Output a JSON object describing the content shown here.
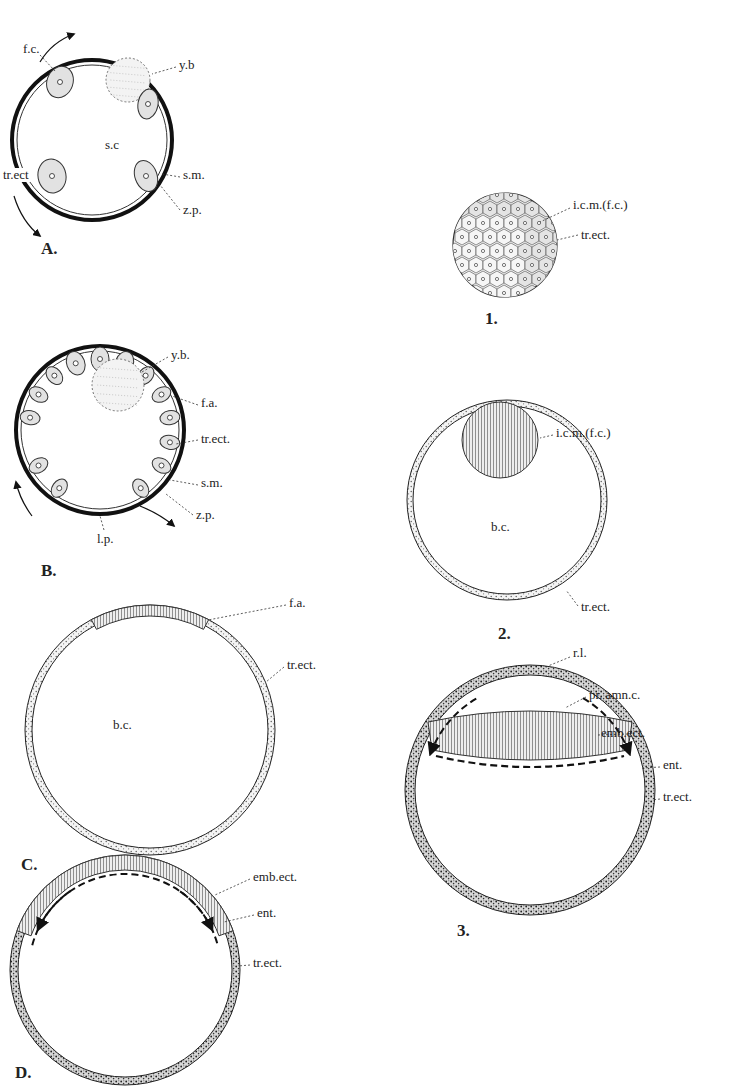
{
  "diagram": {
    "labels": [
      "f.c.",
      "y.b",
      "tr.ect",
      "s.c",
      "s.m.",
      "z.p.",
      "A.",
      "i.c.m.(f.c.)",
      "tr.ect.",
      "1.",
      "y.b.",
      "f.a.",
      "tr.ect.",
      "s.m.",
      "z.p.",
      "l.p.",
      "B.",
      "i.c.m.(f.c.)",
      "b.c.",
      "tr.ect.",
      "2.",
      "f.a.",
      "b.c.",
      "tr.ect.",
      "C.",
      "r.l.",
      "pr. amn.c.",
      "emb.ect.",
      "ent.",
      "tr.ect.",
      "3.",
      "emb.ect.",
      "ent.",
      "tr.ect.",
      "D."
    ]
  }
}
